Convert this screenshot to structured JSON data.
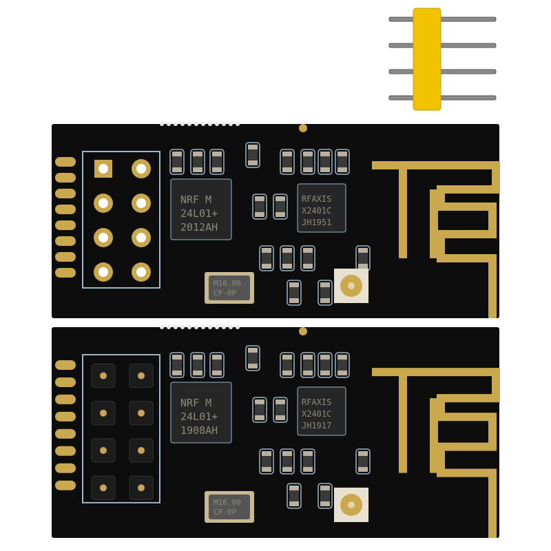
{
  "boards": [
    {
      "name": "module-top",
      "mcu": [
        "NRF M",
        "24L01+",
        "2012AH"
      ],
      "pa": [
        "RFAXIS",
        "X2401C",
        "JH1951"
      ],
      "crystal": [
        "M16.00",
        "CP-0P"
      ],
      "header": "pads"
    },
    {
      "name": "module-bottom",
      "mcu": [
        "NRF M",
        "24L01+",
        "1908AH"
      ],
      "pa": [
        "RFAXIS",
        "X2401C",
        "JH1917"
      ],
      "crystal": [
        "M16.00",
        "CP-0P"
      ],
      "header": "pins"
    }
  ],
  "colors": {
    "pcb": "#0d0d0e",
    "gold": "#c9a84e",
    "silk": "#9fb6c6",
    "header_plastic": "#f2c200"
  }
}
